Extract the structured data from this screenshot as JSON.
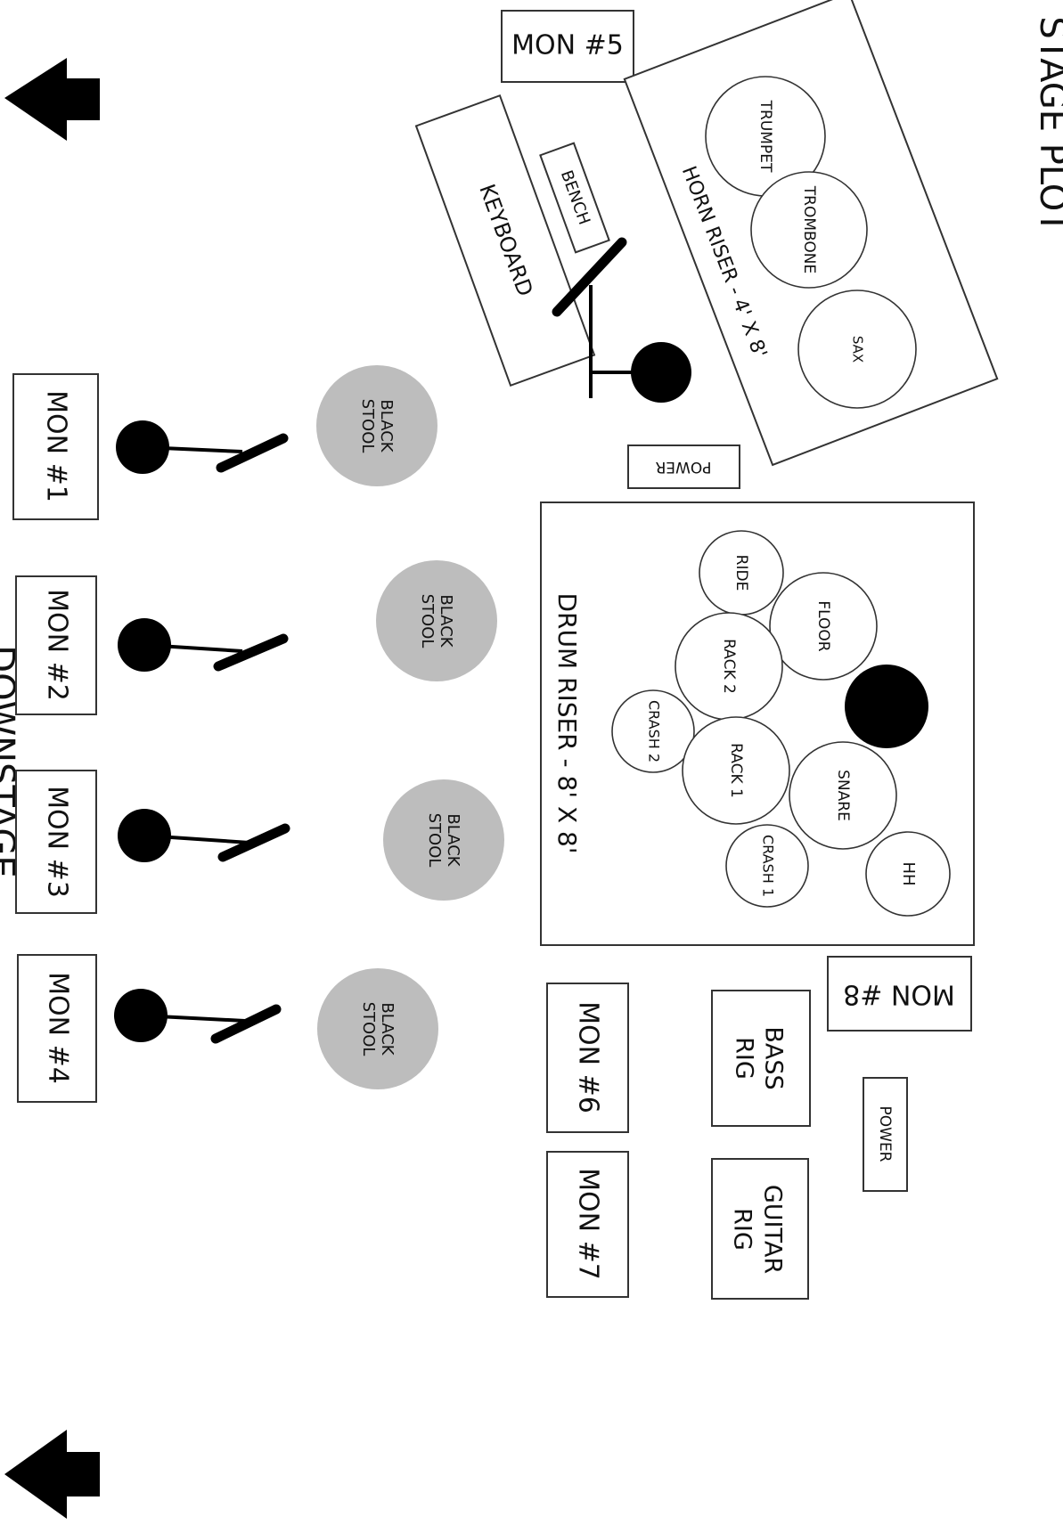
{
  "title": "STAGE PLOT",
  "bottom_label": "DOWNSTAGE",
  "colors": {
    "ink": "#000000",
    "stool": "#bdbdbd",
    "outline": "#333333",
    "paper": "#ffffff"
  },
  "icons": [
    "arrow-left-icon",
    "microphone-icon",
    "performer-icon"
  ],
  "monitors": {
    "mon1": "MON #1",
    "mon2": "MON #2",
    "mon3": "MON #3",
    "mon4": "MON #4",
    "mon5": "MON #5",
    "mon6": "MON #6",
    "mon7": "MON #7",
    "mon8": "MON #8"
  },
  "stool": {
    "line1": "BLACK",
    "line2": "STOOL"
  },
  "power": "POWER",
  "keyboard": "KEYBOARD",
  "bench": "BENCH",
  "horn_riser": {
    "label": "HORN RISER - 4' X 8'",
    "instruments": {
      "trumpet": "TRUMPET",
      "trombone": "TROMBONE",
      "sax": "SAX"
    }
  },
  "drum_riser": {
    "label": "DRUM RISER - 8' X 8'",
    "kit": {
      "ride": "RIDE",
      "floor": "FLOOR",
      "rack2": "RACK 2",
      "crash2": "CRASH 2",
      "rack1": "RACK 1",
      "snare": "SNARE",
      "crash1": "CRASH 1",
      "hh": "HH"
    }
  },
  "bass_rig": {
    "line1": "BASS",
    "line2": "RIG"
  },
  "guitar_rig": {
    "line1": "GUITAR",
    "line2": "RIG"
  }
}
